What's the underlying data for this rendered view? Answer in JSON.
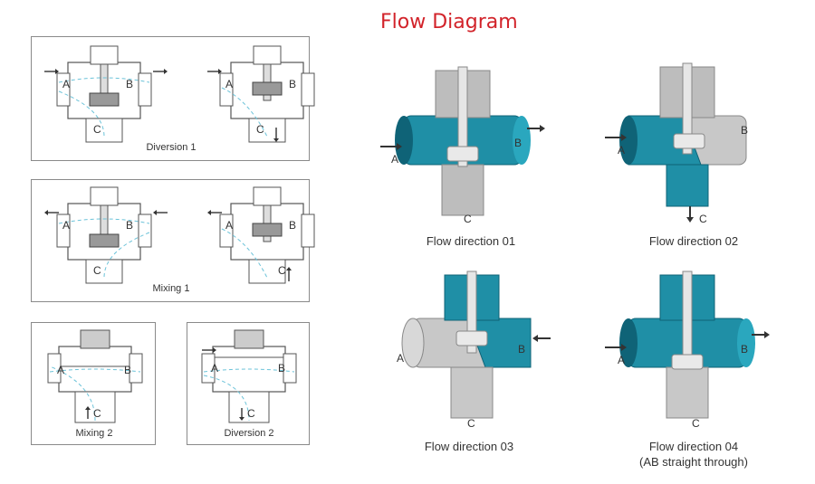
{
  "title": "Flow Diagram",
  "schematics": [
    {
      "caption": "Diversion 1",
      "ports": [
        "A",
        "B",
        "C",
        "A",
        "B",
        "C"
      ]
    },
    {
      "caption": "Mixing 1",
      "ports": [
        "A",
        "B",
        "C",
        "A",
        "B",
        "C"
      ]
    },
    {
      "caption": "Mixing 2",
      "ports": [
        "A",
        "B",
        "C"
      ]
    },
    {
      "caption": "Diversion 2",
      "ports": [
        "A",
        "B",
        "C"
      ]
    }
  ],
  "valves": [
    {
      "caption": "Flow direction 01",
      "ports": [
        "A",
        "B",
        "C"
      ]
    },
    {
      "caption": "Flow direction 02",
      "ports": [
        "A",
        "B",
        "C"
      ]
    },
    {
      "caption": "Flow direction 03",
      "ports": [
        "A",
        "B",
        "C"
      ]
    },
    {
      "caption": "Flow direction 04",
      "caption2": "(AB straight through)",
      "ports": [
        "A",
        "B",
        "C"
      ]
    }
  ],
  "colors": {
    "title": "#d2232a",
    "teal": "#1f8fa6",
    "teal_dark": "#0f6377",
    "grey": "#b9b9b9",
    "line": "#555555",
    "flow": "#6cc3d9"
  }
}
